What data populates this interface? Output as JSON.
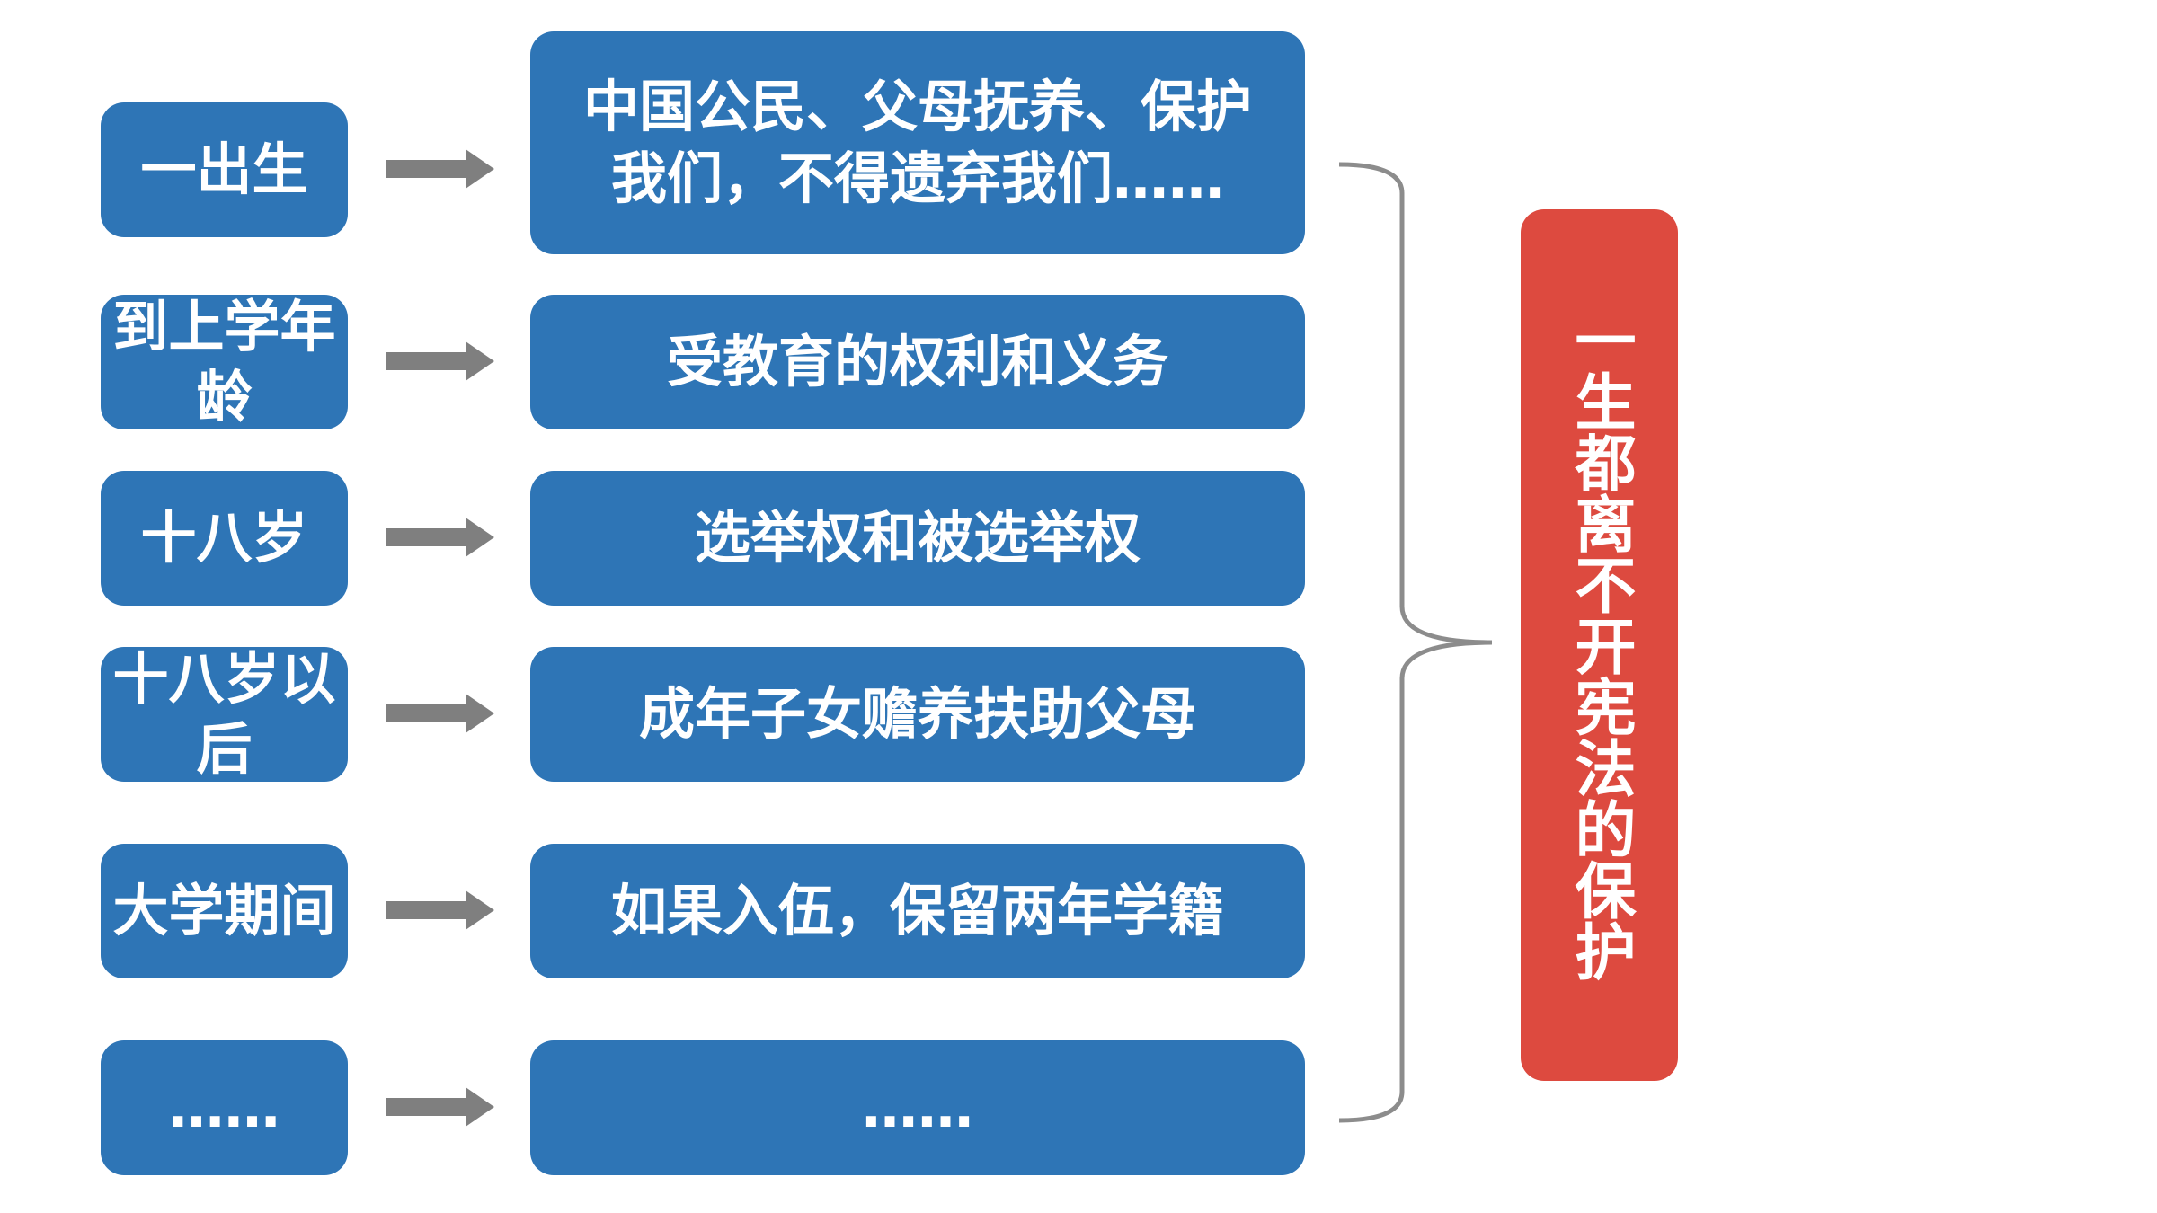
{
  "rows": [
    {
      "stage": "一出生",
      "right": "中国公民、父母抚养、保护我们，不得遗弃我们……"
    },
    {
      "stage": "到上学年龄",
      "right": "受教育的权利和义务"
    },
    {
      "stage": "十八岁",
      "right": "选举权和被选举权"
    },
    {
      "stage": "十八岁以后",
      "right": "成年子女赡养扶助父母"
    },
    {
      "stage": "大学期间",
      "right": "如果入伍，保留两年学籍"
    },
    {
      "stage": "……",
      "right": "……"
    }
  ],
  "summary": "一生都离不开宪法的保护",
  "colors": {
    "box_blue": "#2e75b6",
    "summary_red": "#dd4a3f",
    "arrow_gray": "#7f7f7f",
    "brace_gray": "#8c8c8c"
  }
}
